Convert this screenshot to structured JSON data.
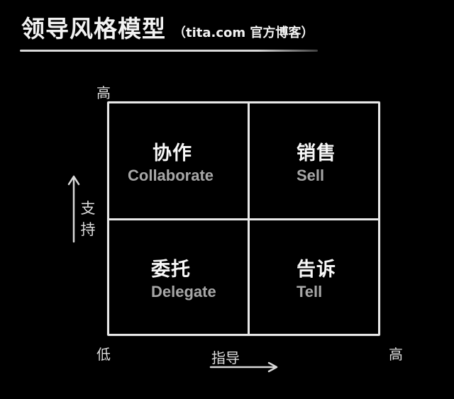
{
  "header": {
    "title": "领导风格模型",
    "subtitle": "（tita.com 官方博客）"
  },
  "axes": {
    "y_high": "高",
    "y_label": "支持",
    "x_low": "低",
    "x_label": "指导",
    "x_high": "高"
  },
  "quadrants": {
    "top_left": {
      "label_cn": "协作",
      "label_en": "Collaborate"
    },
    "top_right": {
      "label_cn": "销售",
      "label_en": "Sell"
    },
    "bottom_left": {
      "label_cn": "委托",
      "label_en": "Delegate"
    },
    "bottom_right": {
      "label_cn": "告诉",
      "label_en": "Tell"
    }
  }
}
